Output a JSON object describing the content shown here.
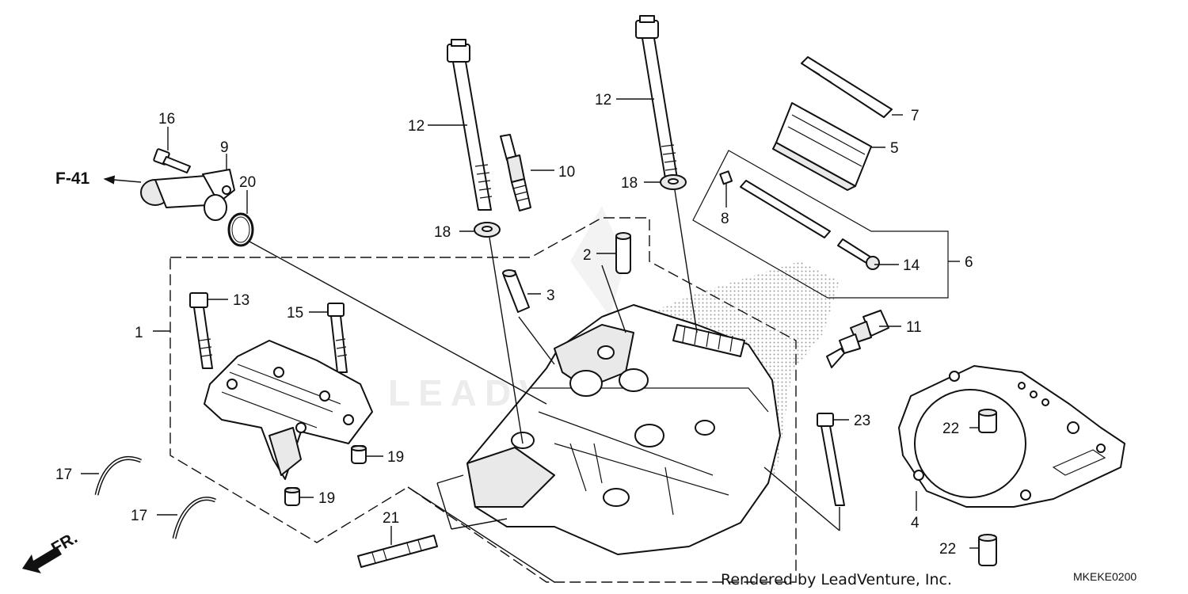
{
  "diagram": {
    "reference": "F-41",
    "front_label": "FR.",
    "credit": "Rendered by LeadVenture, Inc.",
    "code": "MKEKE0200",
    "watermark": "LEADVENTURE",
    "callouts": {
      "c1": "1",
      "c2": "2",
      "c3": "3",
      "c4": "4",
      "c5": "5",
      "c6": "6",
      "c7": "7",
      "c8": "8",
      "c9": "9",
      "c10": "10",
      "c11": "11",
      "c12a": "12",
      "c12b": "12",
      "c13": "13",
      "c14": "14",
      "c15": "15",
      "c16": "16",
      "c17a": "17",
      "c17b": "17",
      "c18a": "18",
      "c18b": "18",
      "c19a": "19",
      "c19b": "19",
      "c20": "20",
      "c21": "21",
      "c22a": "22",
      "c22b": "22",
      "c23": "23"
    },
    "colors": {
      "ink": "#111111",
      "shade": "#9a9a9a",
      "watermark": "#ececec"
    }
  }
}
